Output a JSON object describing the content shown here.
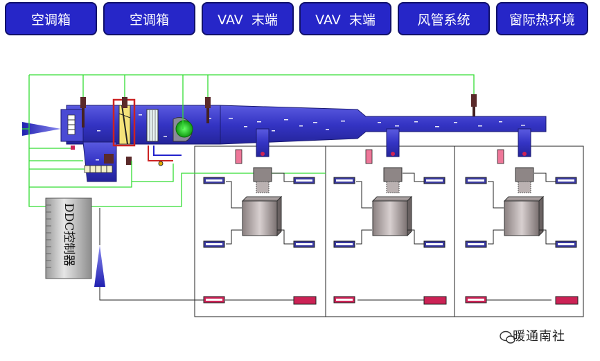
{
  "tabs": [
    {
      "label": "空调箱"
    },
    {
      "label": "空调箱"
    },
    {
      "label": "VAV  末端"
    },
    {
      "label": "VAV  末端"
    },
    {
      "label": "风管系统"
    },
    {
      "label": "窗际热环境"
    }
  ],
  "controller": {
    "label": "DDC控制器"
  },
  "watermark": {
    "text": "暖通南社",
    "icon": "wechat-chat-bubble-icon"
  },
  "colors": {
    "tab_fill": "#2626c8",
    "tab_border": "#10106a",
    "duct": "#3c3ccc",
    "signal_wire": "#33dd33",
    "zone_line": "#222222",
    "sensor_red": "#cc2255",
    "fan": "#22cc22"
  }
}
